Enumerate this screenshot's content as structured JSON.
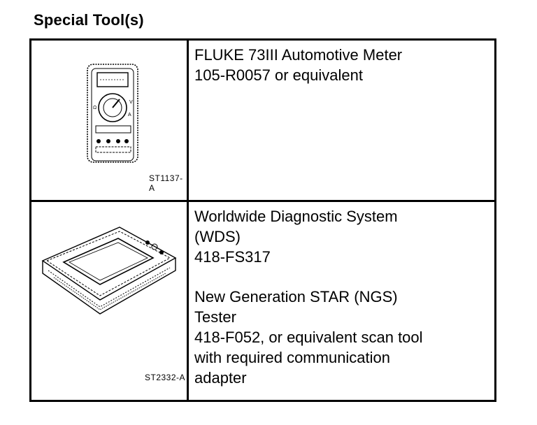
{
  "heading": "Special Tool(s)",
  "tools": [
    {
      "figure_code": "ST1137-A",
      "icon": "multimeter-icon",
      "lines": [
        "FLUKE 73III Automotive Meter",
        "105-R0057 or equivalent"
      ]
    },
    {
      "figure_code": "ST2332-A",
      "icon": "diagnostic-tablet-icon",
      "group1": [
        "Worldwide Diagnostic System",
        "(WDS)",
        "418-FS317"
      ],
      "group2": [
        "New Generation STAR (NGS)",
        "Tester",
        "418-F052, or equivalent scan tool",
        "with required communication",
        "adapter"
      ]
    }
  ]
}
